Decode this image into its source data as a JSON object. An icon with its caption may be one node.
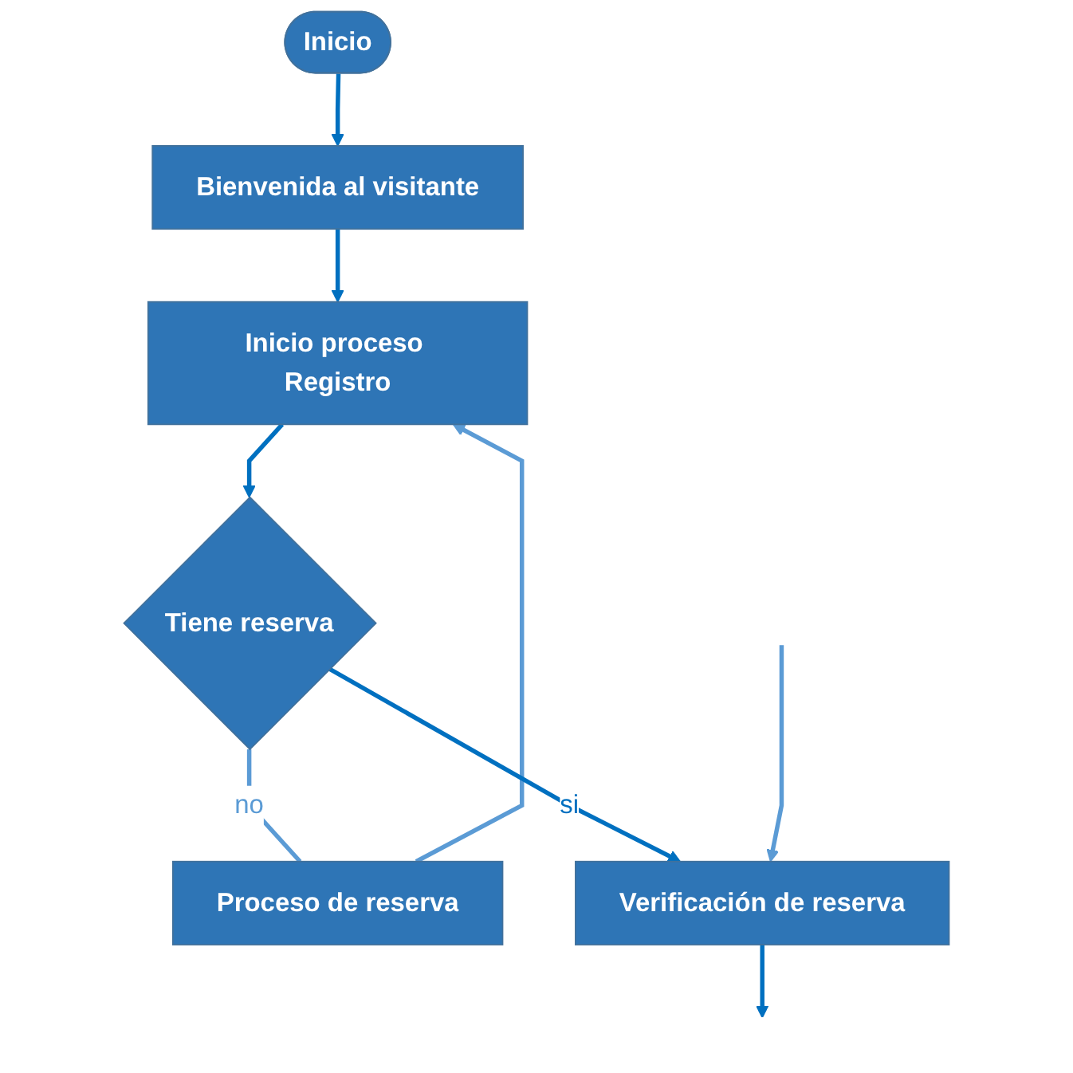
{
  "diagram": {
    "nodes": [
      {
        "text": [
          "Inicio"
        ]
      },
      {
        "text": [
          "Bienvenida al visitante"
        ]
      },
      {
        "text": [
          "Inicio proceso Registro"
        ]
      },
      {
        "text": [
          "Tiene reserva"
        ]
      },
      {
        "text": [
          "Proceso de reserva"
        ]
      },
      {
        "text": [
          "Verificación de reserva"
        ]
      }
    ],
    "edges": [
      {
        "from": 0,
        "to": 1,
        "arrow": "to"
      },
      {
        "from": 1,
        "to": 2,
        "arrow": "to"
      },
      {
        "from": 2,
        "to": 3,
        "arrow": "to"
      },
      {
        "from": 3,
        "to": 4,
        "arrow": "none",
        "label": "no",
        "color": "#5b9bd5"
      },
      {
        "from": 4,
        "to": 2,
        "arrow": "to",
        "color": "#5b9bd5"
      },
      {
        "from": 3,
        "to": 5,
        "arrow": "to",
        "label": "si"
      },
      {
        "from": 5,
        "to": null,
        "arrow": "to"
      },
      {
        "from": null,
        "to": 5,
        "arrow": "to",
        "color": "#5b9bd5"
      }
    ]
  }
}
